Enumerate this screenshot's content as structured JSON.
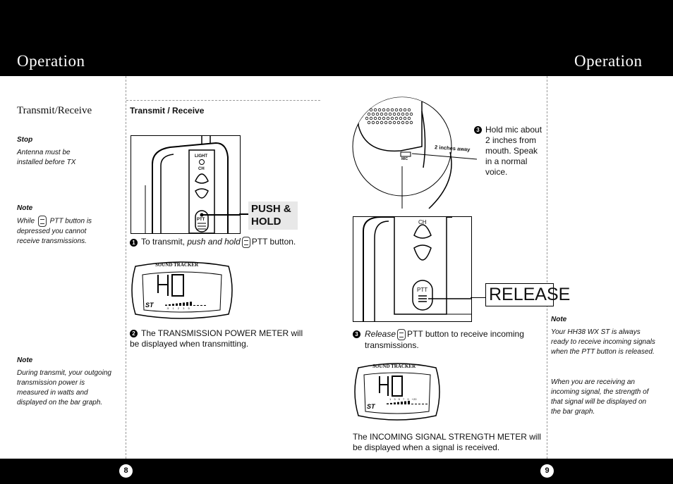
{
  "header": {
    "left_title": "Operation",
    "right_title": "Operation"
  },
  "sidebar_left": {
    "title": "Transmit/Receive",
    "stop_head": "Stop",
    "stop_text": "Antenna must be installed before TX",
    "note1_head": "Note",
    "note1_pre": "While",
    "note1_post": "PTT button is depressed you cannot receive transmissions.",
    "note2_head": "Note",
    "note2_text": "During transmit, your outgoing transmission power is measured in watts and displayed on the bar graph."
  },
  "left_page": {
    "section_title": "Transmit / Receive",
    "radio_labels": {
      "light": "LIGHT",
      "ch": "CH",
      "ptt": "PTT"
    },
    "callout": {
      "line1": "PUSH &",
      "line2": "HOLD"
    },
    "step1": {
      "num": "1",
      "pre": "To transmit,",
      "ital": "push and hold",
      "post": "PTT button."
    },
    "lcd": {
      "brand": "SOUND TRACKER",
      "digits": "40",
      "scale": ".5 1 2 3 5",
      "power_level": 0.7
    },
    "step2": {
      "num": "2",
      "text": "The TRANSMISSION POWER METER will be displayed when transmitting."
    }
  },
  "right_page": {
    "mic_label": "MIC",
    "distance_label": "2 inches away",
    "step3a": {
      "num": "3",
      "text": "Hold mic about 2 inches from mouth. Speak in a normal voice."
    },
    "radio_labels": {
      "ch": "CH",
      "ptt": "PTT"
    },
    "release_label": "RELEASE",
    "step3b": {
      "num": "3",
      "ital": "Release",
      "post": "PTT button to receive incoming transmissions."
    },
    "lcd": {
      "brand": "SOUND TRACKER",
      "digits": "40",
      "scale": "1 3 5 7 9 +20",
      "signal_level": 0.6
    },
    "caption": "The INCOMING SIGNAL STRENGTH METER will be displayed when a signal is received."
  },
  "sidebar_right": {
    "note_head": "Note",
    "note_p1": "Your HH38 WX ST is always ready to receive incoming signals when the PTT button is released.",
    "note_p2": "When you are receiving an incoming signal, the strength of that signal will be displayed on the bar graph."
  },
  "footer": {
    "left_page_num": "8",
    "right_page_num": "9"
  }
}
